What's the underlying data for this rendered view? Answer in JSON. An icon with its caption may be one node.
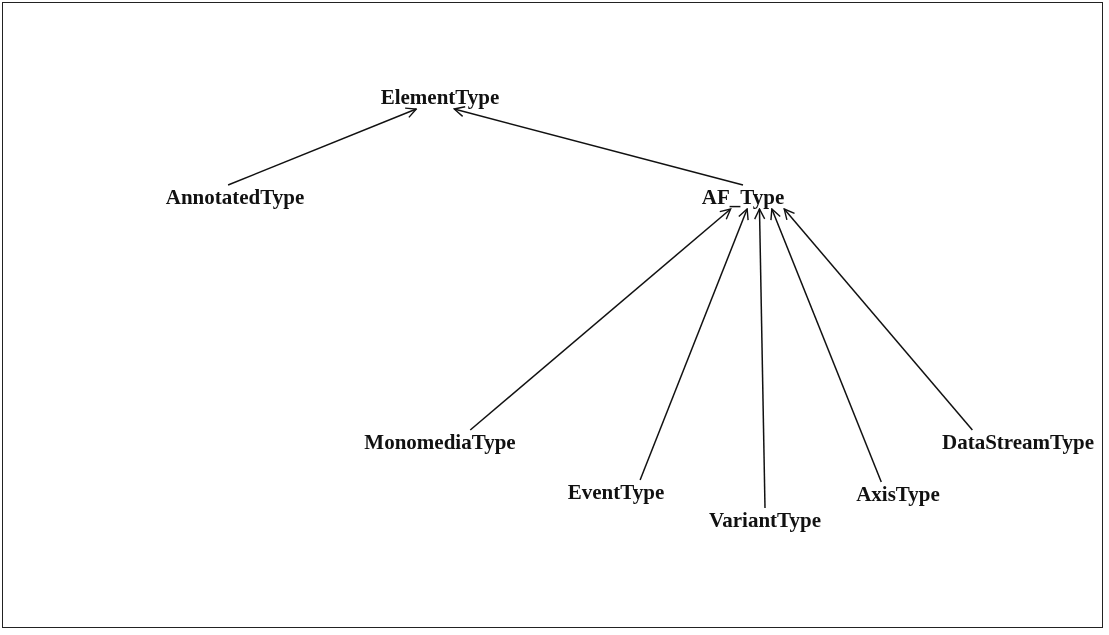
{
  "diagram": {
    "nodes": [
      {
        "text": [
          "ElementType"
        ]
      },
      {
        "text": [
          "AnnotatedType"
        ]
      },
      {
        "text": [
          "AF_Type"
        ]
      },
      {
        "text": [
          "MonomediaType"
        ]
      },
      {
        "text": [
          "EventType"
        ]
      },
      {
        "text": [
          "VariantType"
        ]
      },
      {
        "text": [
          "AxisType"
        ]
      },
      {
        "text": [
          "DataStreamType"
        ]
      }
    ],
    "edges": [
      {
        "from": 1,
        "to": 0,
        "arrow": "to"
      },
      {
        "from": 2,
        "to": 0,
        "arrow": "to"
      },
      {
        "from": 3,
        "to": 2,
        "arrow": "to"
      },
      {
        "from": 4,
        "to": 2,
        "arrow": "to"
      },
      {
        "from": 5,
        "to": 2,
        "arrow": "to"
      },
      {
        "from": 6,
        "to": 2,
        "arrow": "to"
      },
      {
        "from": 7,
        "to": 2,
        "arrow": "to"
      }
    ]
  }
}
